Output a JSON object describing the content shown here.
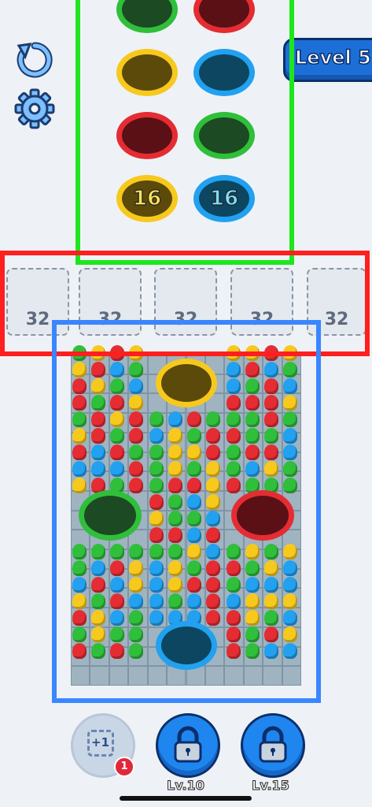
{
  "level": {
    "label": "Level 5"
  },
  "queue": {
    "holes": [
      {
        "color": "green",
        "count": ""
      },
      {
        "color": "red",
        "count": ""
      },
      {
        "color": "yellow",
        "count": ""
      },
      {
        "color": "blue",
        "count": ""
      },
      {
        "color": "red",
        "count": ""
      },
      {
        "color": "green",
        "count": ""
      },
      {
        "color": "yellow",
        "count": "16"
      },
      {
        "color": "blue",
        "count": "16"
      }
    ]
  },
  "slots": [
    "32",
    "32",
    "32",
    "32",
    "32"
  ],
  "board": {
    "holes": [
      {
        "color": "yellow"
      },
      {
        "color": "green"
      },
      {
        "color": "red"
      },
      {
        "color": "blue"
      }
    ]
  },
  "boosters": [
    {
      "name": "add-slot",
      "label": "+1",
      "badge": "1"
    },
    {
      "name": "locked-1",
      "label": "Lv.10"
    },
    {
      "name": "locked-2",
      "label": "Lv.15"
    }
  ],
  "colors": {
    "green": "#2fbf3a",
    "red": "#e52c33",
    "yellow": "#f7c91d",
    "blue": "#21a1f0",
    "annotation_green": "#1ee61e",
    "annotation_red": "#ff1f1f",
    "annotation_blue": "#3a86ff"
  }
}
